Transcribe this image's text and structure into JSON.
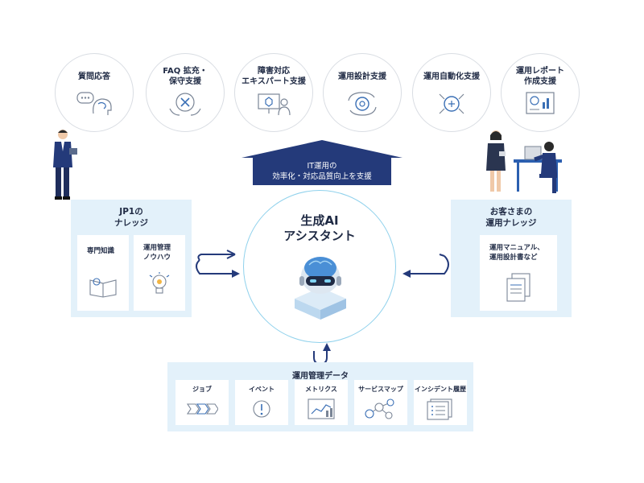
{
  "top_circles": [
    {
      "label": "質問応答",
      "icon": "chat-brain-icon"
    },
    {
      "label": "FAQ 拡充・\n保守支援",
      "icon": "tools-hands-icon"
    },
    {
      "label": "障害対応\nエキスパート支援",
      "icon": "expert-monitor-icon"
    },
    {
      "label": "運用設計支援",
      "icon": "gear-cycle-icon"
    },
    {
      "label": "運用自動化支援",
      "icon": "automation-chip-icon"
    },
    {
      "label": "運用レポート\n作成支援",
      "icon": "report-chart-icon"
    }
  ],
  "banner": {
    "text": "IT運用の\n効率化・対応品質向上を支援"
  },
  "left_panel": {
    "title": "JP1の\nナレッジ",
    "cards": [
      {
        "label": "専門知識",
        "icon": "book-icon"
      },
      {
        "label": "運用管理\nノウハウ",
        "icon": "lightbulb-icon"
      }
    ]
  },
  "right_panel": {
    "title": "お客さまの\n運用ナレッジ",
    "card": {
      "label": "運用マニュアル、\n運用設計書など",
      "icon": "document-stack-icon"
    }
  },
  "center": {
    "title": "生成AI\nアシスタント",
    "icon": "ai-robot-icon"
  },
  "bottom_panel": {
    "title": "運用管理データ",
    "cards": [
      {
        "label": "ジョブ",
        "icon": "job-flow-icon"
      },
      {
        "label": "イベント",
        "icon": "alert-icon"
      },
      {
        "label": "メトリクス",
        "icon": "metrics-chart-icon"
      },
      {
        "label": "サービスマップ",
        "icon": "service-map-icon"
      },
      {
        "label": "インシデント履歴",
        "icon": "incident-list-icon"
      }
    ]
  },
  "colors": {
    "navy": "#243a7a",
    "panel_bg": "#e3f1fa",
    "accent_cyan": "#8fd1ec",
    "line_gray": "#d9dde3"
  }
}
